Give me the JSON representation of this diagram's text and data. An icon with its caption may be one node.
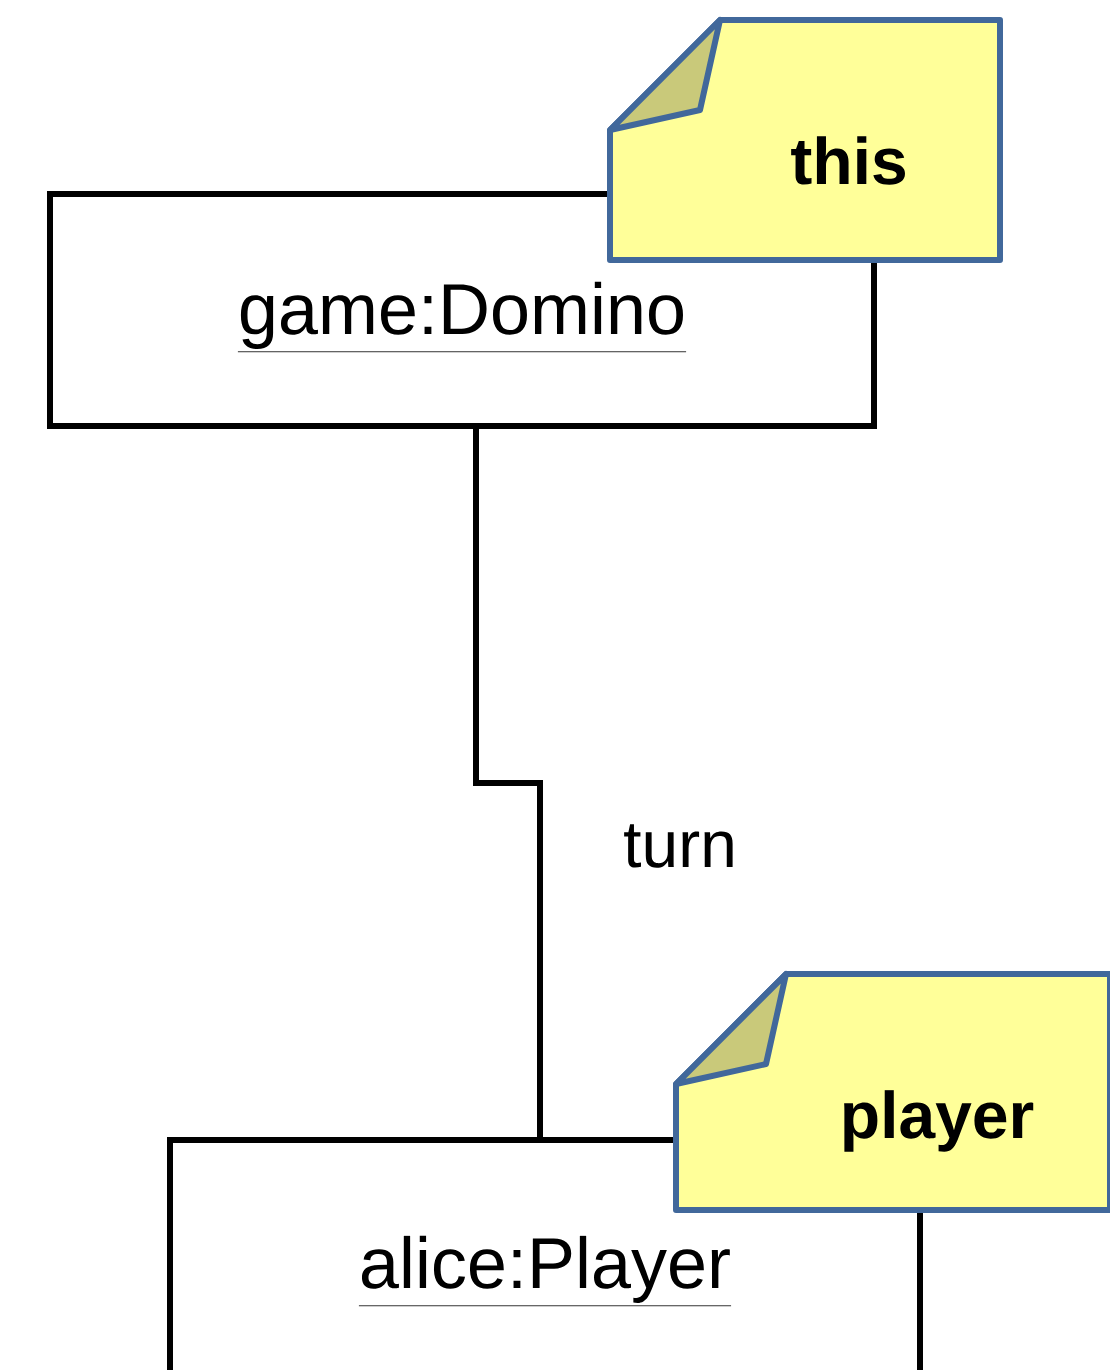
{
  "diagram": {
    "nodes": [
      {
        "text": [
          "game:Domino"
        ]
      },
      {
        "text": [
          "this"
        ]
      },
      {
        "text": [
          "alice:Player"
        ]
      },
      {
        "text": [
          "player"
        ]
      }
    ],
    "edges": [
      {
        "from": 0,
        "to": 2,
        "arrow": "none",
        "label": "turn"
      }
    ]
  }
}
